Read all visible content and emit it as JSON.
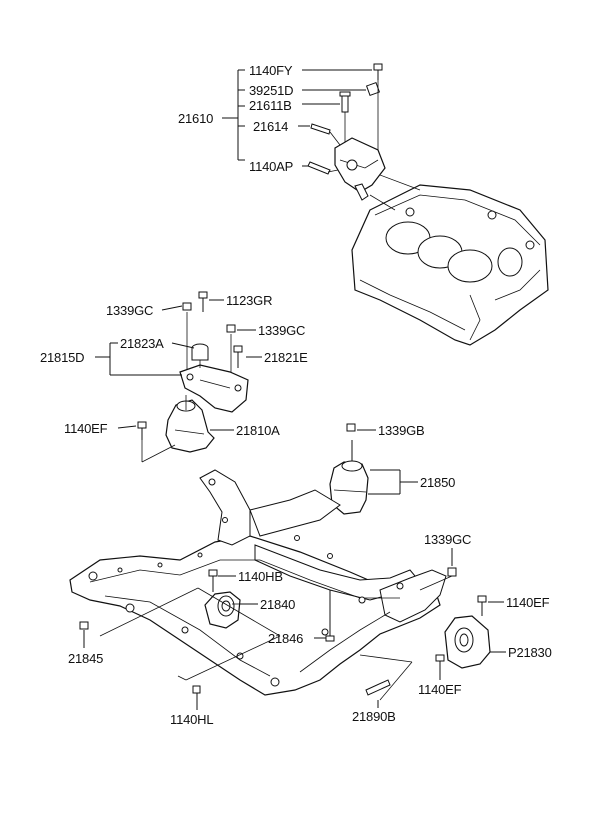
{
  "labels": {
    "l_1140FY": "1140FY",
    "l_39251D": "39251D",
    "l_21611B": "21611B",
    "l_21610": "21610",
    "l_21614": "21614",
    "l_1140AP": "1140AP",
    "l_1339GC_a": "1339GC",
    "l_1123GR": "1123GR",
    "l_1339GC_b": "1339GC",
    "l_21823A": "21823A",
    "l_21815D": "21815D",
    "l_21821E": "21821E",
    "l_1140EF_a": "1140EF",
    "l_21810A": "21810A",
    "l_1339GB": "1339GB",
    "l_21850": "21850",
    "l_1339GC_c": "1339GC",
    "l_1140HB": "1140HB",
    "l_21840": "21840",
    "l_1140EF_b": "1140EF",
    "l_21845": "21845",
    "l_21846": "21846",
    "l_P21830": "P21830",
    "l_1140EF_c": "1140EF",
    "l_1140HL": "1140HL",
    "l_21890B": "21890B"
  }
}
